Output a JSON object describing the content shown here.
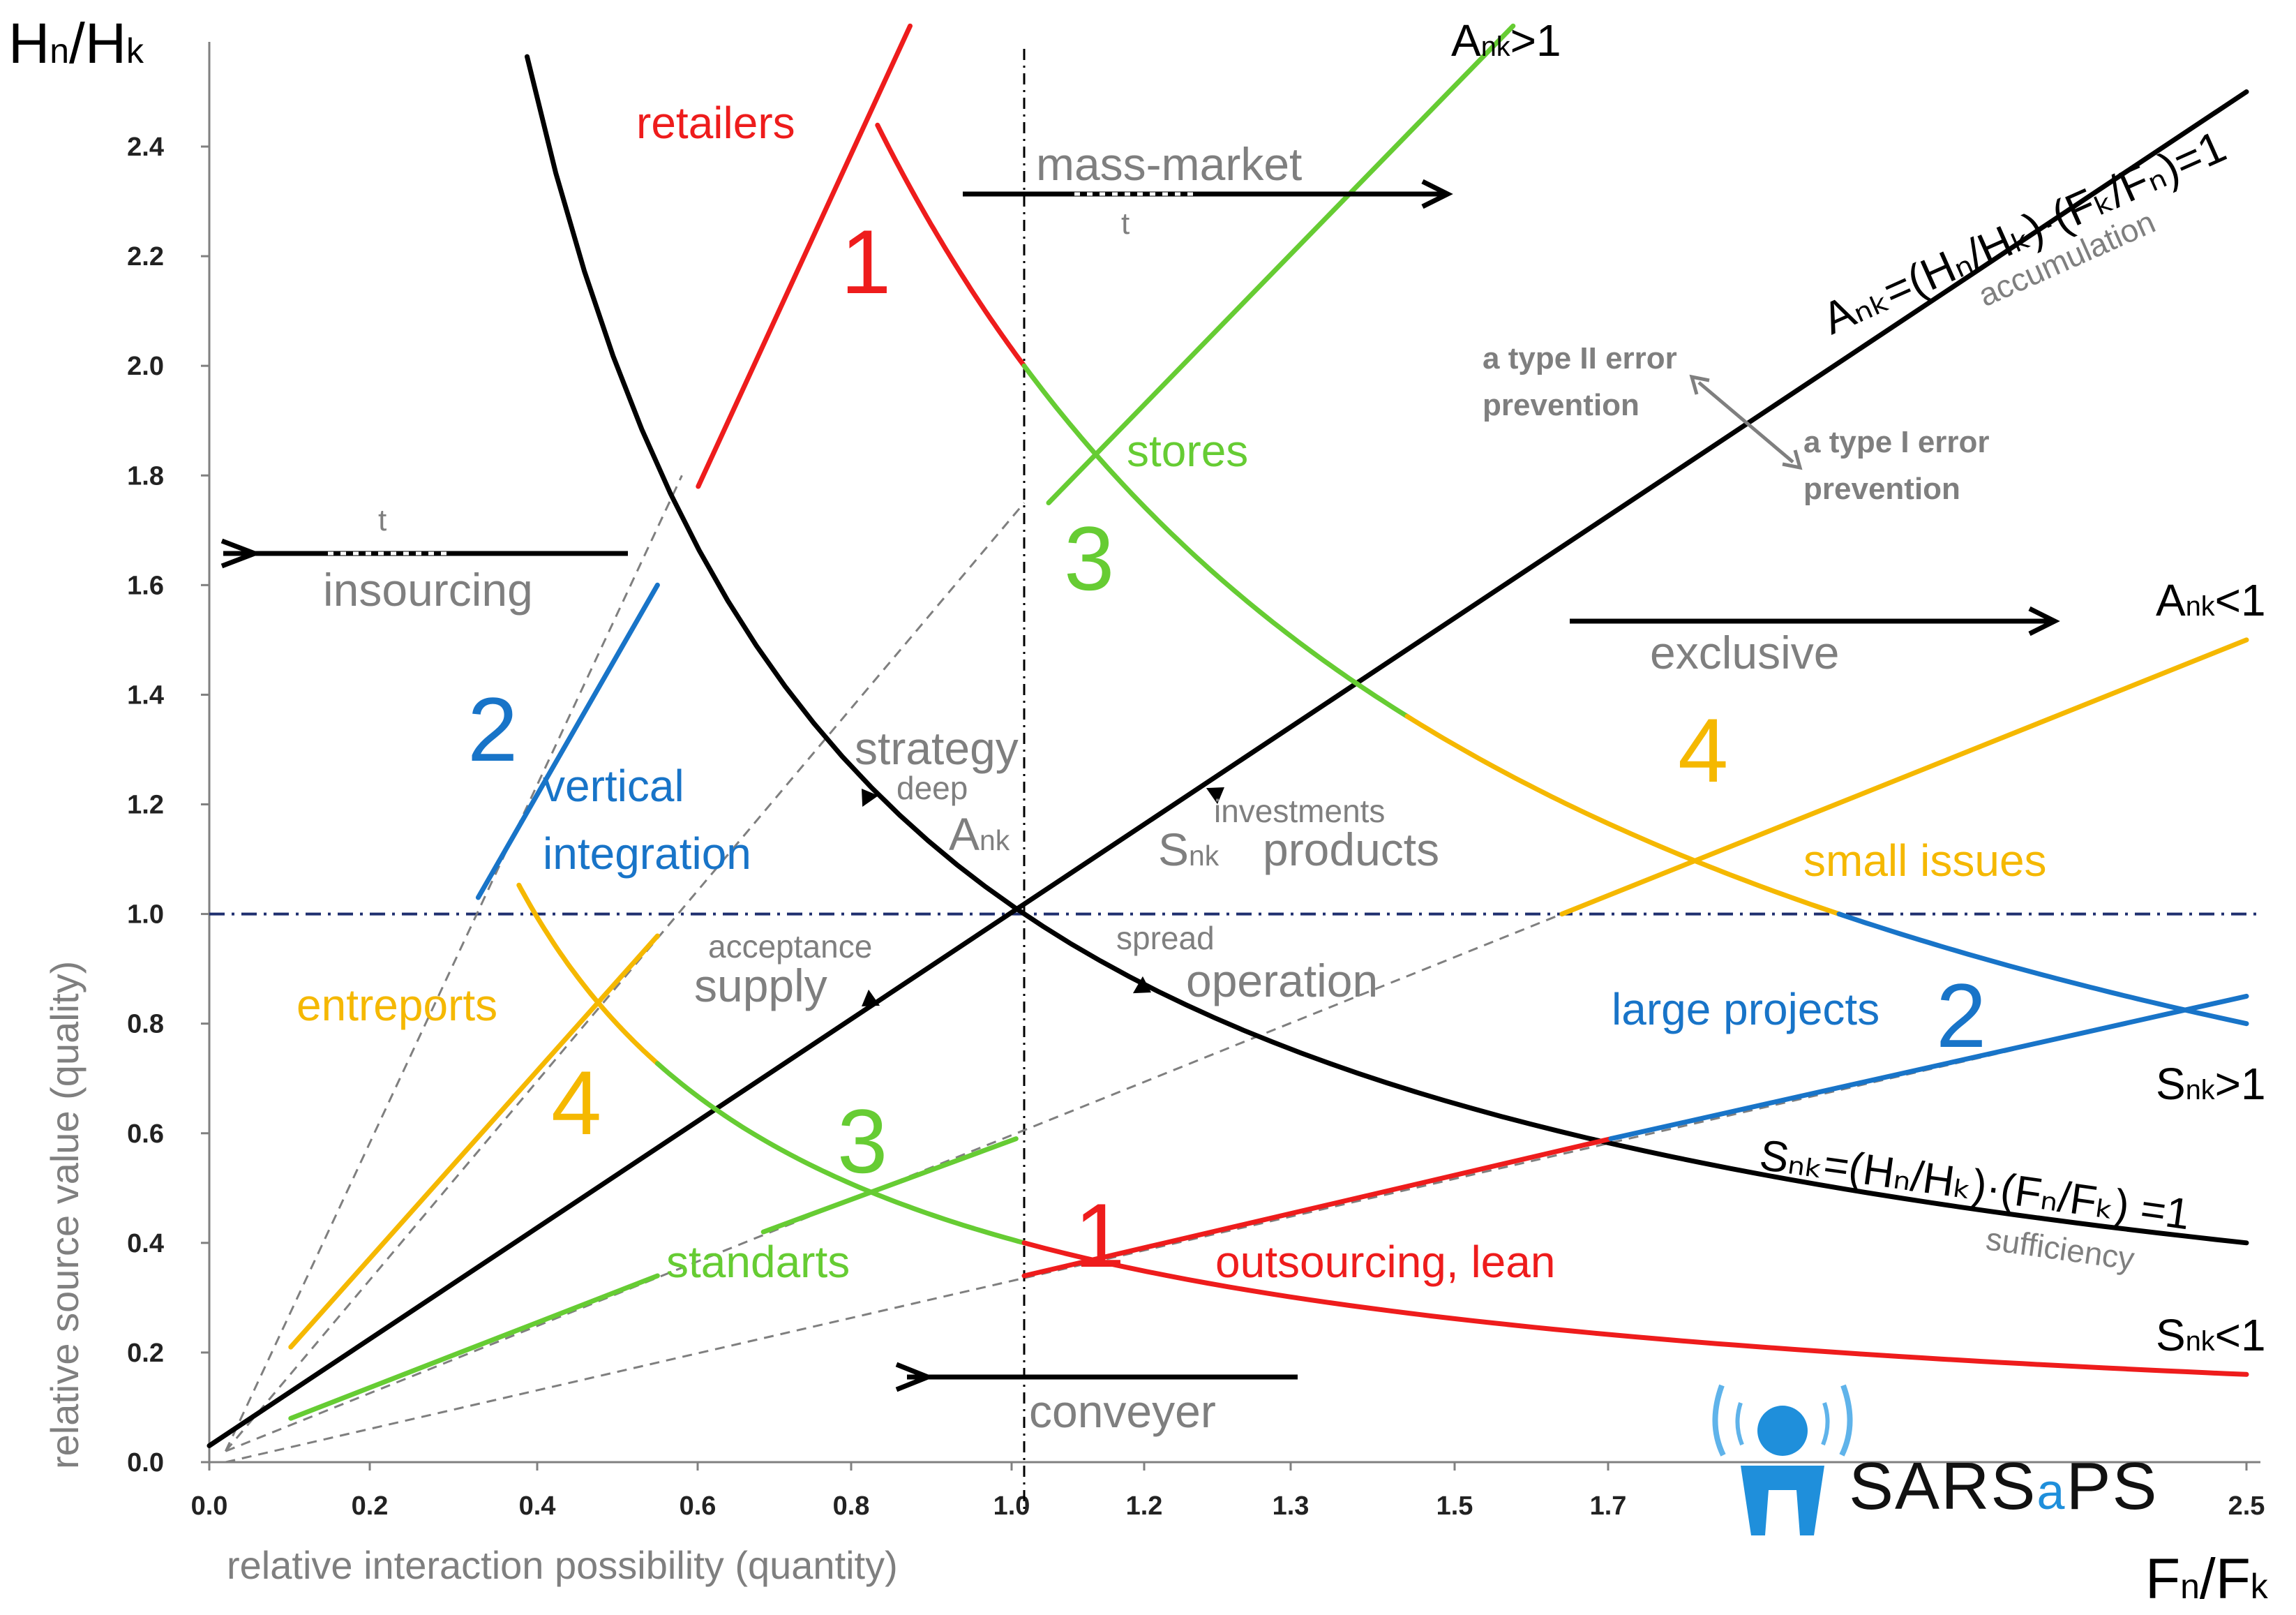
{
  "chart_data": {
    "type": "line",
    "xlabel_symbol": {
      "main1": "F",
      "sub1": "n",
      "sep": "/F",
      "sub2": "k"
    },
    "ylabel_symbol": {
      "main1": "H",
      "sub1": "n",
      "sep": "/H",
      "sub2": "k"
    },
    "xlabel": "relative  interaction  possibility (quantity)",
    "ylabel": "relative  source  value (quality)",
    "x_ticks": [
      "0.0",
      "0.2",
      "0.4",
      "0.6",
      "0.8",
      "1.0",
      "1.2",
      "1.3",
      "1.5",
      "1.7",
      "2.5"
    ],
    "y_ticks": [
      "0.0",
      "0.2",
      "0.4",
      "0.6",
      "0.8",
      "1.0",
      "1.2",
      "1.4",
      "1.6",
      "1.8",
      "2.0",
      "2.2",
      "2.4"
    ],
    "xlim": [
      0,
      2.5
    ],
    "ylim": [
      0,
      2.6
    ],
    "reference_lines": {
      "x": 1.0,
      "y": 1.0
    },
    "series": [
      {
        "name": "Anₖ=(Hₙ/Hₖ)·(Fₖ/Fₙ)=1",
        "color": "#000000",
        "kind": "line",
        "x": [
          0,
          2.5
        ],
        "y": [
          0.03,
          2.5
        ]
      },
      {
        "name": "Sₙₖ=(Hₙ/Hₖ)·(Fₙ/Fₖ)=1",
        "color": "#000000",
        "kind": "hyperbola",
        "k": 1.0,
        "x": [
          0.39,
          2.5
        ]
      },
      {
        "name": "Sₙₖ>1",
        "color": "multi",
        "kind": "hyperbola",
        "k": 2.0
      },
      {
        "name": "Sₙₖ<1",
        "color": "multi",
        "kind": "hyperbola",
        "k": 0.4
      },
      {
        "name": "Aₙₖ>1",
        "color": "multi",
        "kind": "ray",
        "slope": 2.0
      },
      {
        "name": "Aₙₖ<1",
        "color": "multi",
        "kind": "ray",
        "slope": 0.6
      }
    ],
    "curve_labels": {
      "ank_gt1": {
        "main": "A",
        "sub": "nk",
        ">": ">1"
      },
      "ank_lt1": {
        "main": "A",
        "sub": "nk",
        "suffix": "<1"
      },
      "snk_gt1": {
        "main": "S",
        "sub": "nk",
        "suffix": ">1"
      },
      "snk_lt1": {
        "main": "S",
        "sub": "nk",
        "suffix": "<1"
      },
      "ank_eq": "Aₙₖ=(Hₙ/Hₖ)·(Fₖ/Fₙ)=1",
      "snk_eq": "Sₙₖ=(Hₙ/Hₖ)·(Fₙ/Fₖ) =1"
    },
    "quadrants": [
      {
        "id": "1",
        "color": "#ee1c1c",
        "labels": [
          "retailers",
          "outsourcing, lean"
        ]
      },
      {
        "id": "2",
        "color": "#1874c8",
        "labels": [
          "vertical integration",
          "large projects"
        ]
      },
      {
        "id": "3",
        "color": "#66cc33",
        "labels": [
          "stores",
          "standarts"
        ]
      },
      {
        "id": "4",
        "color": "#f5b800",
        "labels": [
          "entreports",
          "small issues"
        ]
      }
    ],
    "annotations": {
      "retailers": "retailers",
      "stores": "stores",
      "vertical": "vertical",
      "integration": "integration",
      "entreports": "entreports",
      "standarts": "standarts",
      "outsourcing": "outsourcing, lean",
      "small_issues": "small issues",
      "large_projects": "large projects",
      "mass_market": "mass-market",
      "insourcing": "insourcing",
      "exclusive": "exclusive",
      "conveyer": "conveyer",
      "t1": "t",
      "t2": "t",
      "strategy": "strategy",
      "deep": "deep",
      "ank": "A",
      "ank_sub": "nk",
      "investments": "investments",
      "snk": "S",
      "snk_sub": "nk",
      "products": "products",
      "acceptance": "acceptance",
      "supply": "supply",
      "spread": "spread",
      "operation": "operation",
      "accumulation": "accumulation",
      "sufficiency": "sufficiency",
      "type2_a": "a type II error",
      "type2_b": "prevention",
      "type1_a": "a type I error",
      "type1_b": "prevention"
    },
    "colors": {
      "red": "#ee1c1c",
      "blue": "#1874c8",
      "green": "#66cc33",
      "yellow": "#f5b800",
      "gray": "#7f7f7f",
      "navy": "#1f2f6f"
    }
  },
  "logo": {
    "text_before": "SARS",
    "text_mid": "a",
    "text_after": "PS",
    "icon": "person-with-signal-icon"
  }
}
